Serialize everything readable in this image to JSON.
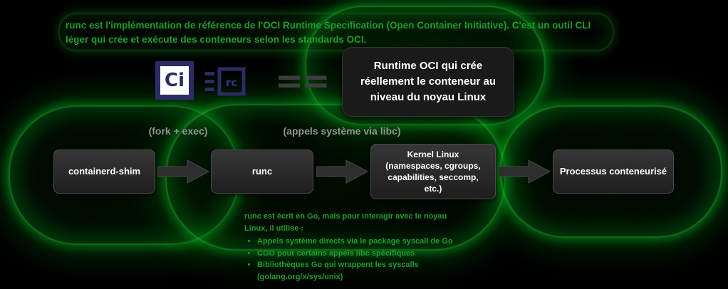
{
  "intro": {
    "part1": "runc",
    "part2": " est l'implémentation de référence de l'",
    "part3": "OCI Runtime Specification",
    "part4": " (Open Container Initiative). C'est un outil CLI léger qui crée et exécute des conteneurs selon les standards OCI."
  },
  "logos": {
    "oci_text": "Ci",
    "runc_text": "rc"
  },
  "equals": "==",
  "callout": {
    "text": "Runtime OCI qui crée\nréellement le conteneur au\nniveau du noyau Linux"
  },
  "labels": {
    "fork": "(fork + exec)",
    "libc": "(appels système via libc)"
  },
  "flow": {
    "boxes": [
      {
        "label": "containerd-shim"
      },
      {
        "label": "runc"
      },
      {
        "label": "Kernel Linux\n(namespaces, cgroups,\ncapabilities, seccomp,\netc.)"
      },
      {
        "label": "Processus conteneurisé"
      }
    ]
  },
  "notes": {
    "heading": "runc est écrit en Go, mais pour interagir avec le noyau\nLinux, il utilise :",
    "bullets": [
      "Appels système directs via le package syscall de Go",
      "CGO pour certains appels libc spécifiques",
      "Bibliothèques Go qui wrappent les syscalls\n(golang.org/x/sys/unix)"
    ]
  },
  "colors": {
    "green_text": "#1d9e2c",
    "glow_green": "#00c820",
    "navy": "#2c2b63",
    "arrow_gray": "#2e2e2e",
    "label_gray": "#949494",
    "box_background": "#1e1e1e"
  }
}
